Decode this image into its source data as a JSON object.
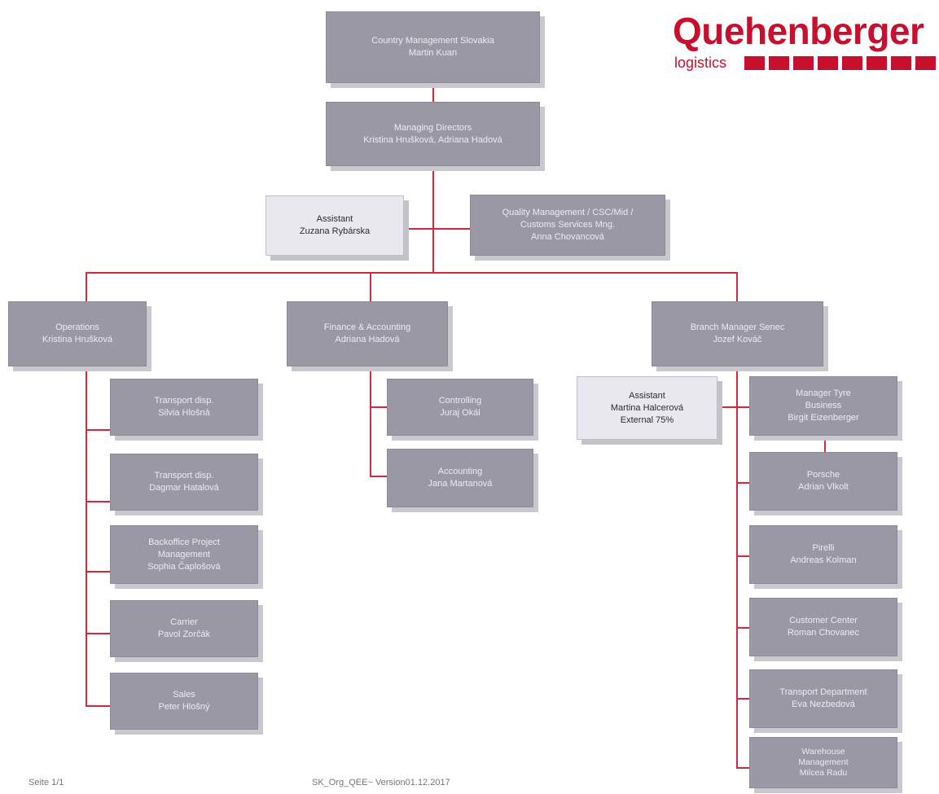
{
  "logo": {
    "name": "Quehenberger",
    "sub": "logistics",
    "color": "#c8102e"
  },
  "colors": {
    "box_fill": "#9a98a4",
    "box_text": "#ecebf2",
    "assistant_fill": "#e9e8ee",
    "connector": "#d2283c"
  },
  "org": {
    "country_management": "Country Management Slovakia\nMartin Kuan",
    "managing_directors": "Managing Directors\nKristina Hrušková, Adriana Hadová",
    "assistant_top": "Assistant\nZuzana Rybárska",
    "quality_management": "Quality Management / CSC/Mid /\nCustoms Services Mng.\nAnna Chovancová",
    "operations": "Operations\nKristina Hrušková",
    "finance": "Finance & Accounting\nAdriana Hadová",
    "branch_manager": "Branch Manager Senec\nJozef Kováč",
    "transport_1": "Transport disp.\nSilvia Hlošná",
    "transport_2": "Transport disp.\nDagmar Hatalová",
    "backoffice": "Backoffice Project\nManagement\nSophia Čaplošová",
    "carrier": "Carrier\nPavol Zorčák",
    "sales": "Sales\nPeter Hlošný",
    "controlling": "Controlling\nJuraj Okál",
    "accounting": "Accounting\nJana Martanová",
    "assistant_branch": "Assistant\nMartina Halcerová\nExternal 75%",
    "manager_tyre": "Manager Tyre\nBusiness\nBirgit Eizenberger",
    "porsche": "Porsche\nAdrian Vlkolt",
    "pirelli": "Pirelli\nAndreas Kolman",
    "customer_center": "Customer Center\nRoman Chovanec",
    "transport_department": "Transport Department\nEva Nezbedová",
    "warehouse": "Warehouse\nManagement\nMilcea Radu"
  },
  "footer": {
    "page": "Seite 1/1",
    "version": "SK_Org_QEE~ Version01.12.2017"
  }
}
